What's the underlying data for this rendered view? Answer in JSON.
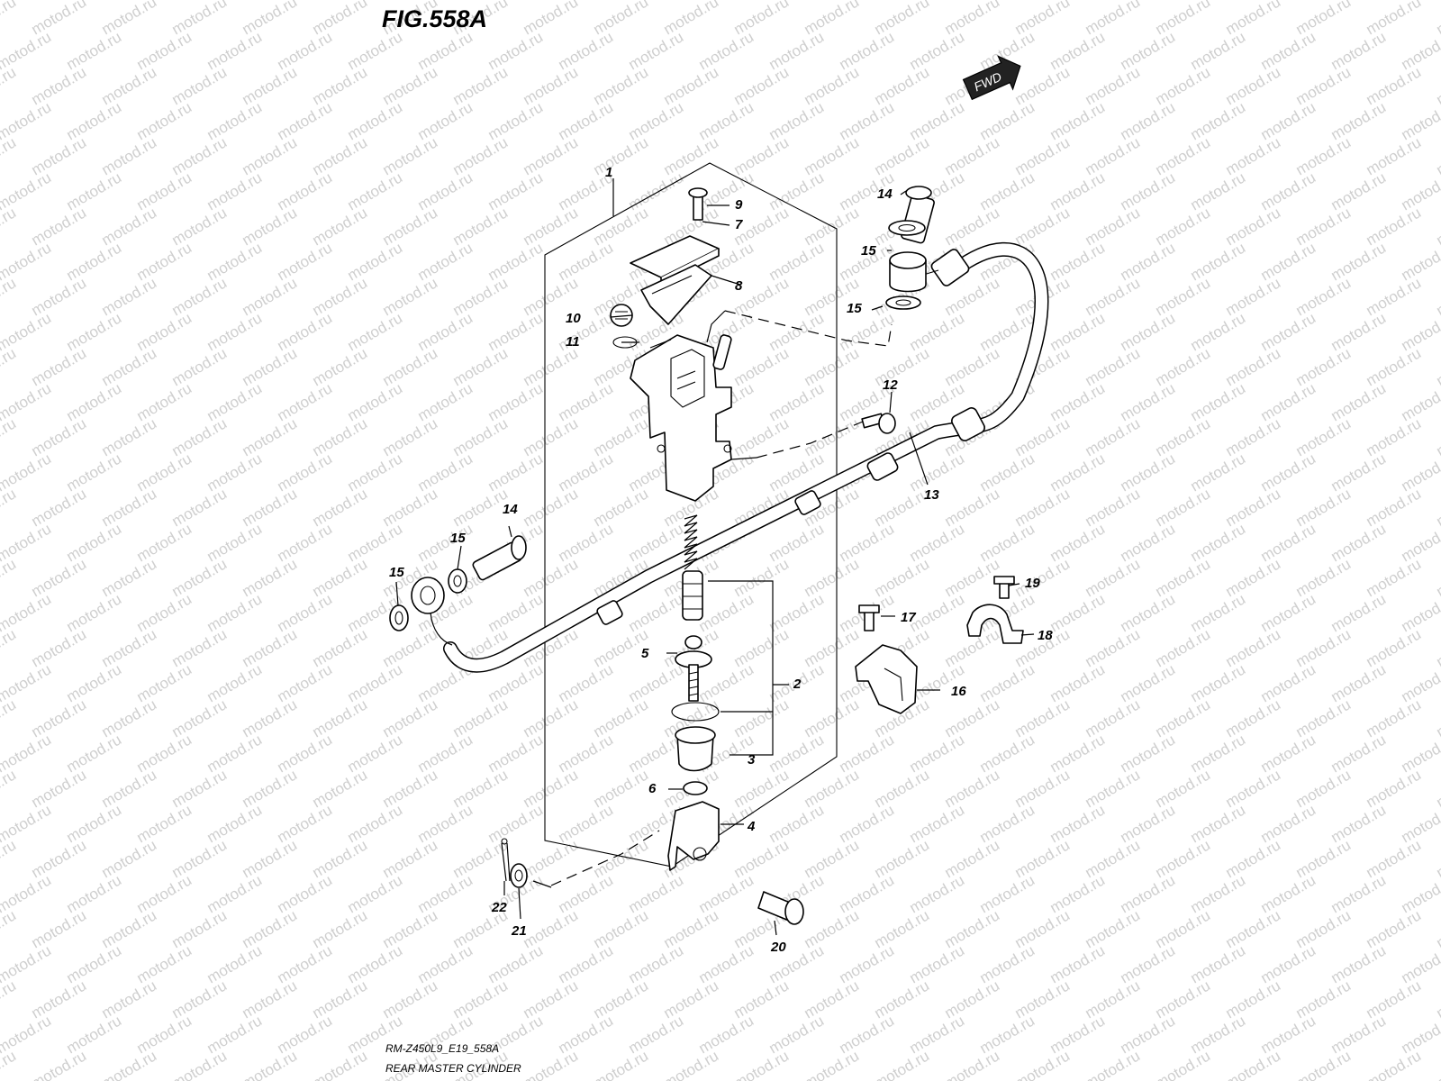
{
  "figure": {
    "title": "FIG.558A",
    "code": "RM-Z450L9_E19_558A",
    "name": "REAR MASTER CYLINDER",
    "direction_label": "FWD",
    "watermark": "motod.ru"
  },
  "labels": [
    {
      "id": "1",
      "text": "1"
    },
    {
      "id": "2",
      "text": "2"
    },
    {
      "id": "3",
      "text": "3"
    },
    {
      "id": "4",
      "text": "4"
    },
    {
      "id": "5",
      "text": "5"
    },
    {
      "id": "6",
      "text": "6"
    },
    {
      "id": "7",
      "text": "7"
    },
    {
      "id": "8",
      "text": "8"
    },
    {
      "id": "9",
      "text": "9"
    },
    {
      "id": "10",
      "text": "10"
    },
    {
      "id": "11",
      "text": "11"
    },
    {
      "id": "12",
      "text": "12"
    },
    {
      "id": "13",
      "text": "13"
    },
    {
      "id": "14a",
      "text": "14"
    },
    {
      "id": "14b",
      "text": "14"
    },
    {
      "id": "15a",
      "text": "15"
    },
    {
      "id": "15b",
      "text": "15"
    },
    {
      "id": "15c",
      "text": "15"
    },
    {
      "id": "15d",
      "text": "15"
    },
    {
      "id": "16",
      "text": "16"
    },
    {
      "id": "17",
      "text": "17"
    },
    {
      "id": "18",
      "text": "18"
    },
    {
      "id": "19",
      "text": "19"
    },
    {
      "id": "20",
      "text": "20"
    },
    {
      "id": "21",
      "text": "21"
    },
    {
      "id": "22",
      "text": "22"
    }
  ]
}
